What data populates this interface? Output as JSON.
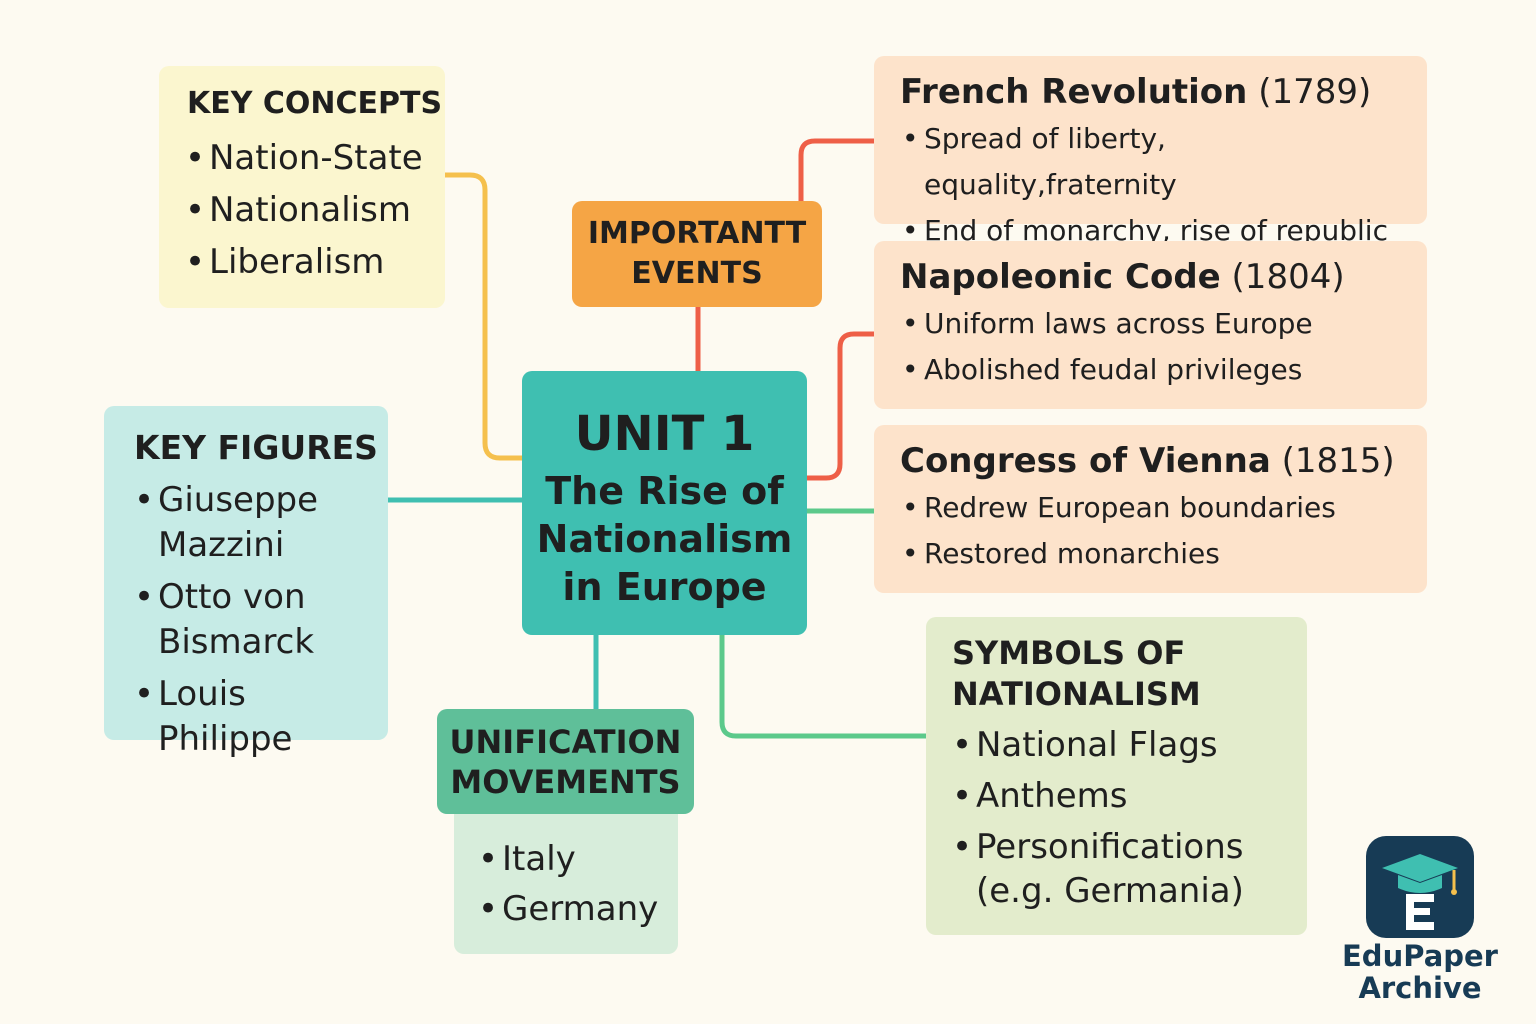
{
  "center": {
    "unit": "UNIT 1",
    "title": "The Rise of Nationalism in Europe"
  },
  "key_concepts": {
    "heading": "KEY CONCEPTS",
    "items": [
      "Nation-State",
      "Nationalism",
      "Liberalism"
    ]
  },
  "key_figures": {
    "heading": "KEY FIGURES",
    "items": [
      "Giuseppe Mazzini",
      "Otto von Bismarck",
      "Louis Philippe"
    ]
  },
  "important_events": {
    "heading": "IMPORTANTT EVENTS",
    "events": [
      {
        "name": "French Revolution",
        "year": "(1789)",
        "points": [
          "Spread of liberty, equality,fraternity",
          "End of monarchy, rise of republic"
        ]
      },
      {
        "name": "Napoleonic Code",
        "year": "(1804)",
        "points": [
          "Uniform laws across Europe",
          "Abolished feudal privileges"
        ]
      },
      {
        "name": "Congress of Vienna",
        "year": "(1815)",
        "points": [
          "Redrew European boundaries",
          "Restored monarchies"
        ]
      }
    ]
  },
  "unification": {
    "heading": "UNIFICATION MOVEMENTS",
    "items": [
      "Italy",
      "Germany"
    ]
  },
  "symbols": {
    "heading": "SYMBOLS OF NATIONALISM",
    "items": [
      "National Flags",
      "Anthems",
      "Personifications (e.g. Germania)"
    ]
  },
  "logo": {
    "name": "EduPaper Archive",
    "icon": "graduation-cap-book-icon"
  },
  "colors": {
    "background": "#fdfaf1",
    "center": "#3fbfb1",
    "key_concepts": "#fbf6cf",
    "key_figures": "#c6ebe6",
    "important_events": "#f5a545",
    "event_box": "#fde3cb",
    "unification_header": "#5fbf99",
    "unification_box": "#d7eddb",
    "symbols": "#e3eccc",
    "line_yellow": "#f5c04d",
    "line_red": "#ee5f47",
    "line_teal": "#3fbfb1",
    "line_green": "#5cc98b",
    "logo_dark": "#173b55"
  }
}
